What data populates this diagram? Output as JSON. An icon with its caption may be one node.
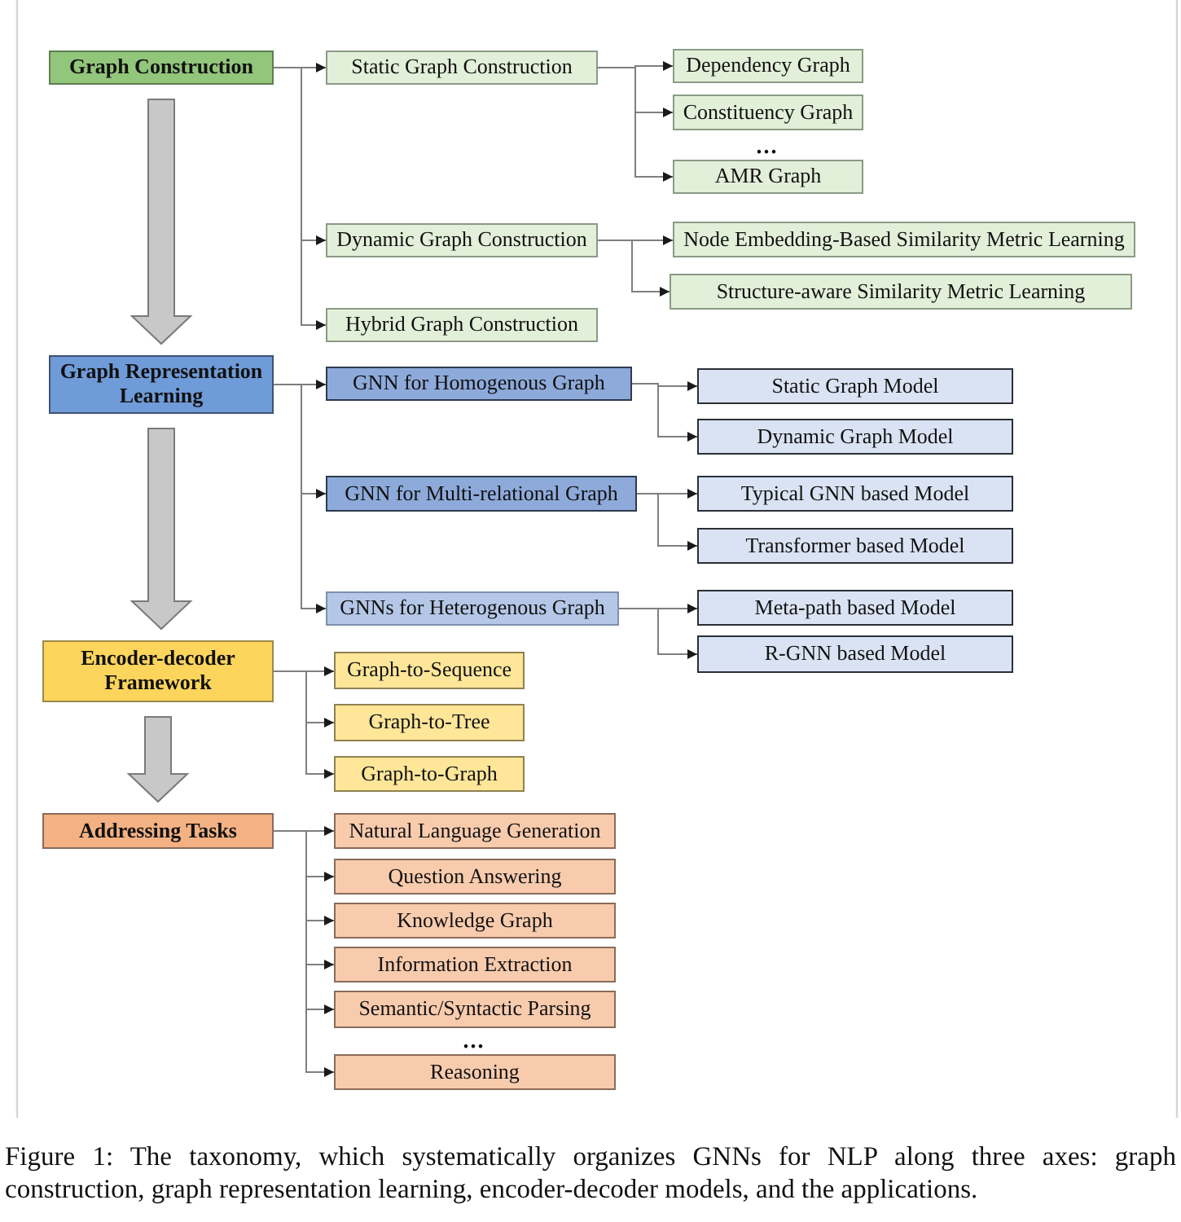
{
  "diagram": {
    "caption": "Figure 1: The taxonomy, which systematically organizes GNNs for NLP along three axes: graph construction, graph representation learning, encoder-decoder models, and the applications.",
    "nodes": [
      {
        "text": [
          "Graph Construction"
        ]
      },
      {
        "text": [
          "Static Graph Construction"
        ]
      },
      {
        "text": [
          "Dependency Graph"
        ]
      },
      {
        "text": [
          "Constituency Graph"
        ]
      },
      {
        "text": [
          "AMR Graph"
        ]
      },
      {
        "text": [
          "Dynamic Graph Construction"
        ]
      },
      {
        "text": [
          "Node Embedding-Based Similarity Metric Learning"
        ]
      },
      {
        "text": [
          "Structure-aware Similarity Metric Learning"
        ]
      },
      {
        "text": [
          "Hybrid Graph Construction"
        ]
      },
      {
        "text": [
          "Graph Representation Learning"
        ]
      },
      {
        "text": [
          "GNN for Homogenous Graph"
        ]
      },
      {
        "text": [
          "Static Graph Model"
        ]
      },
      {
        "text": [
          "Dynamic Graph Model"
        ]
      },
      {
        "text": [
          "GNN for Multi-relational Graph"
        ]
      },
      {
        "text": [
          "Typical GNN based Model"
        ]
      },
      {
        "text": [
          "Transformer based Model"
        ]
      },
      {
        "text": [
          "GNNs for Heterogenous Graph"
        ]
      },
      {
        "text": [
          "Meta-path based Model"
        ]
      },
      {
        "text": [
          "R-GNN based Model"
        ]
      },
      {
        "text": [
          "Encoder-decoder Framework"
        ]
      },
      {
        "text": [
          "Graph-to-Sequence"
        ]
      },
      {
        "text": [
          "Graph-to-Tree"
        ]
      },
      {
        "text": [
          "Graph-to-Graph"
        ]
      },
      {
        "text": [
          "Addressing Tasks"
        ]
      },
      {
        "text": [
          "Natural Language Generation"
        ]
      },
      {
        "text": [
          "Question Answering"
        ]
      },
      {
        "text": [
          "Knowledge Graph"
        ]
      },
      {
        "text": [
          "Information Extraction"
        ]
      },
      {
        "text": [
          "Semantic/Syntactic Parsing"
        ]
      },
      {
        "text": [
          "Reasoning"
        ]
      }
    ],
    "edges": [
      {
        "from": 0,
        "to": 1,
        "arrow": "to"
      },
      {
        "from": 0,
        "to": 5,
        "arrow": "to"
      },
      {
        "from": 0,
        "to": 8,
        "arrow": "to"
      },
      {
        "from": 1,
        "to": 2,
        "arrow": "to"
      },
      {
        "from": 1,
        "to": 3,
        "arrow": "to"
      },
      {
        "from": 1,
        "to": 4,
        "arrow": "to"
      },
      {
        "from": 5,
        "to": 6,
        "arrow": "to"
      },
      {
        "from": 5,
        "to": 7,
        "arrow": "to"
      },
      {
        "from": 0,
        "to": 9,
        "arrow": "to",
        "style": "thick",
        "color": "#c8c8c8"
      },
      {
        "from": 9,
        "to": 10,
        "arrow": "to"
      },
      {
        "from": 9,
        "to": 13,
        "arrow": "to"
      },
      {
        "from": 9,
        "to": 16,
        "arrow": "to"
      },
      {
        "from": 10,
        "to": 11,
        "arrow": "to"
      },
      {
        "from": 10,
        "to": 12,
        "arrow": "to"
      },
      {
        "from": 13,
        "to": 14,
        "arrow": "to"
      },
      {
        "from": 13,
        "to": 15,
        "arrow": "to"
      },
      {
        "from": 16,
        "to": 17,
        "arrow": "to"
      },
      {
        "from": 16,
        "to": 18,
        "arrow": "to"
      },
      {
        "from": 9,
        "to": 19,
        "arrow": "to",
        "style": "thick",
        "color": "#c8c8c8"
      },
      {
        "from": 19,
        "to": 20,
        "arrow": "to"
      },
      {
        "from": 19,
        "to": 21,
        "arrow": "to"
      },
      {
        "from": 19,
        "to": 22,
        "arrow": "to"
      },
      {
        "from": 19,
        "to": 23,
        "arrow": "to",
        "style": "thick",
        "color": "#c8c8c8"
      },
      {
        "from": 23,
        "to": 24,
        "arrow": "to"
      },
      {
        "from": 23,
        "to": 25,
        "arrow": "to"
      },
      {
        "from": 23,
        "to": 26,
        "arrow": "to"
      },
      {
        "from": 23,
        "to": 27,
        "arrow": "to"
      },
      {
        "from": 23,
        "to": 28,
        "arrow": "to"
      },
      {
        "from": 23,
        "to": 29,
        "arrow": "to"
      }
    ],
    "labels": [
      "...",
      "..."
    ]
  }
}
